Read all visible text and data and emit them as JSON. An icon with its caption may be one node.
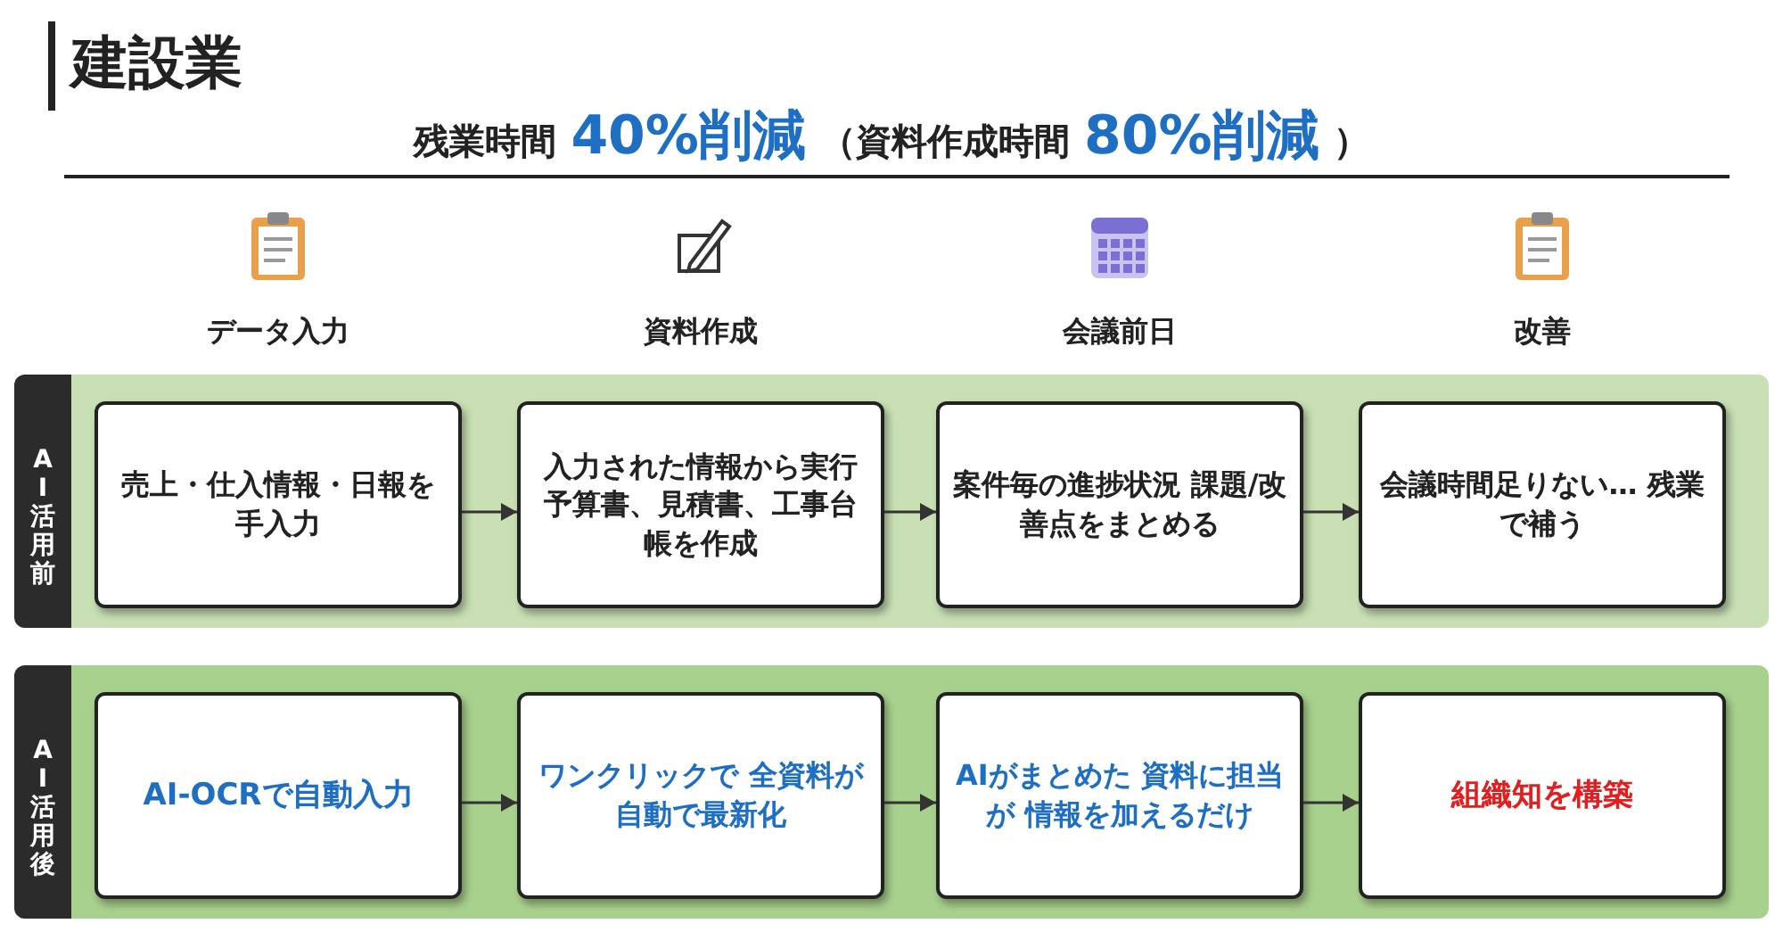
{
  "diagram": {
    "title": "建設業",
    "nodes": [
      {
        "text": [
          "AI活用前"
        ]
      },
      {
        "text": [
          "売上・仕入情報・日報を手入力"
        ],
        "in": 0
      },
      {
        "text": [
          "入力された情報から実行予算書、見積書、工事台帳を作成"
        ],
        "in": 0
      },
      {
        "text": [
          "案件毎の進捗状況 課題/改善点をまとめる"
        ],
        "in": 0
      },
      {
        "text": [
          "会議時間足りない… 残業で補う"
        ],
        "in": 0
      },
      {
        "text": [
          "AI活用後"
        ]
      },
      {
        "text": [
          "AI-OCRで自動入力"
        ],
        "in": 5
      },
      {
        "text": [
          "ワンクリックで 全資料が自動で最新化"
        ],
        "in": 5
      },
      {
        "text": [
          "AIがまとめた 資料に担当が 情報を加えるだけ"
        ],
        "in": 5
      },
      {
        "text": [
          "組織知を構築"
        ],
        "in": 5
      }
    ],
    "edges": [
      {
        "from": 1,
        "to": 2,
        "arrow": "to"
      },
      {
        "from": 2,
        "to": 3,
        "arrow": "to"
      },
      {
        "from": 3,
        "to": 4,
        "arrow": "to"
      },
      {
        "from": 6,
        "to": 7,
        "arrow": "to"
      },
      {
        "from": 7,
        "to": 8,
        "arrow": "to"
      },
      {
        "from": 8,
        "to": 9,
        "arrow": "to"
      }
    ],
    "labels": [
      "残業時間",
      "40%削減",
      "（資料作成時間",
      "80%削減",
      "）",
      "データ入力",
      "資料作成",
      "会議前日",
      "改善"
    ]
  }
}
